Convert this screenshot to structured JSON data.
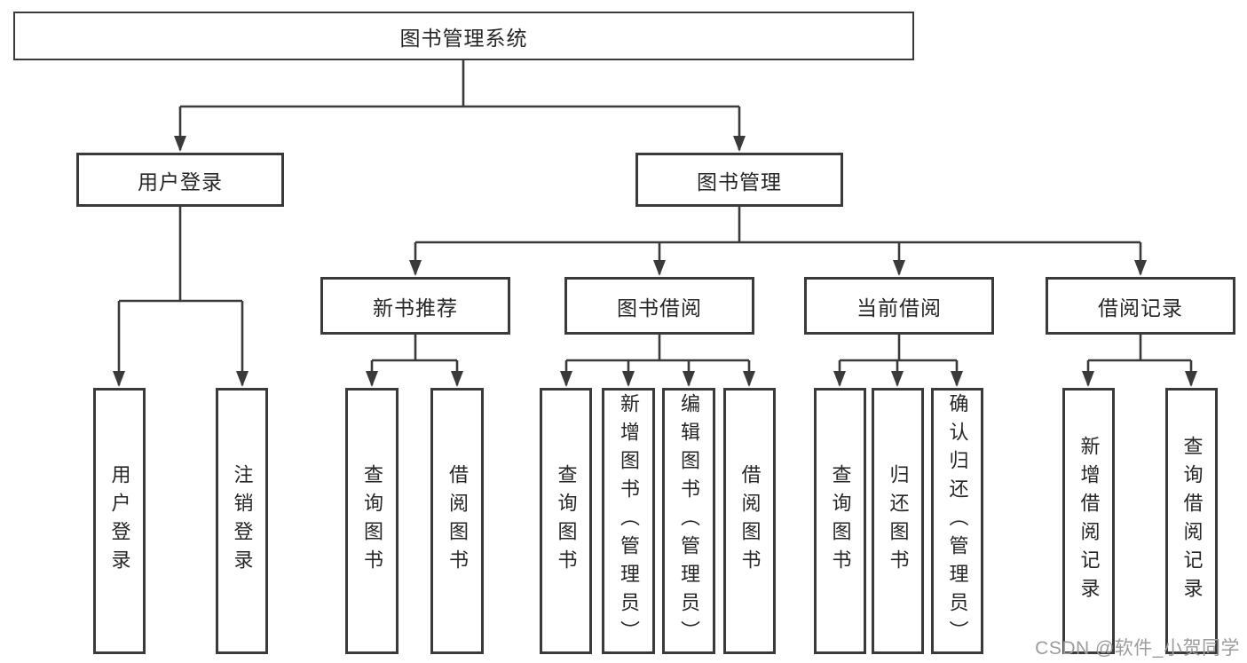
{
  "diagram": {
    "nodes": {
      "root": "图书管理系统",
      "user_login": "用户登录",
      "book_mgmt": "图书管理",
      "new_book_recommend": "新书推荐",
      "book_borrow": "图书借阅",
      "current_borrow": "当前借阅",
      "borrow_record": "借阅记录",
      "leaves": [
        "用户登录",
        "注销登录",
        "查询图书",
        "借阅图书",
        "查询图书",
        "新增图书（管理员）",
        "编辑图书（管理员）",
        "借阅图书",
        "查询图书",
        "归还图书",
        "确认归还（管理员）",
        "新增借阅记录",
        "查询借阅记录"
      ]
    },
    "colors": {
      "line": "#3a3a3a",
      "text": "#262626",
      "box_background": "#ffffff",
      "page_background": "#ffffff",
      "watermark": "#9c9c9c"
    }
  },
  "watermark": "CSDN @软件_小贺同学"
}
